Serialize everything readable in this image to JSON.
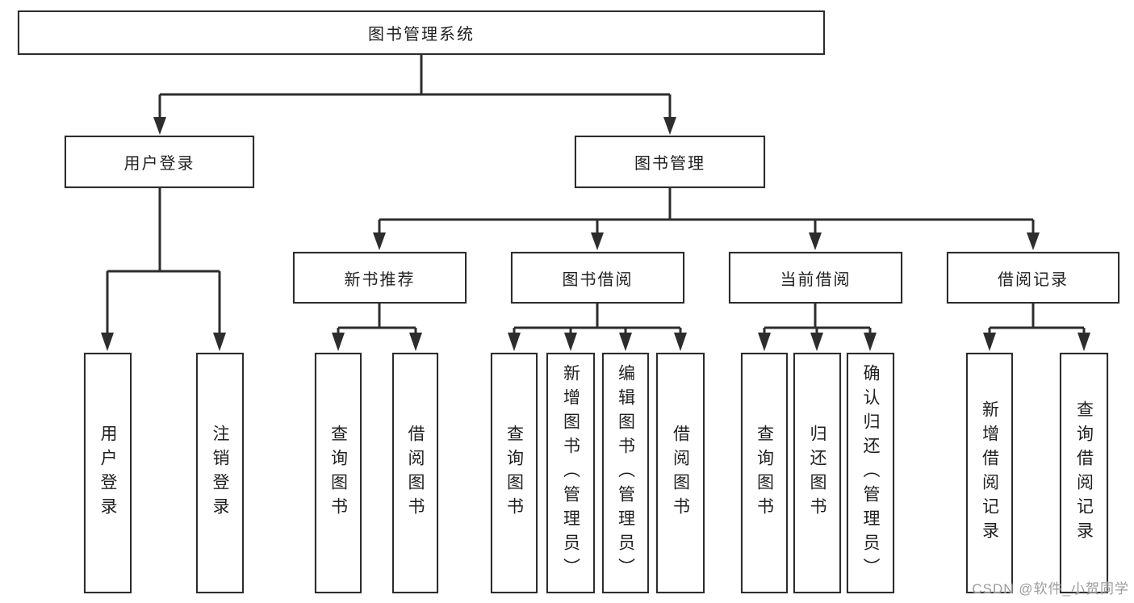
{
  "diagram": {
    "type": "hierarchy-tree",
    "root": {
      "label": "图书管理系统"
    },
    "branches": [
      {
        "label": "用户登录",
        "children": [
          {
            "label": "用户登录"
          },
          {
            "label": "注销登录"
          }
        ]
      },
      {
        "label": "图书管理",
        "children": [
          {
            "label": "新书推荐",
            "children": [
              {
                "label": "查询图书"
              },
              {
                "label": "借阅图书"
              }
            ]
          },
          {
            "label": "图书借阅",
            "children": [
              {
                "label": "查询图书"
              },
              {
                "label": "新增图书（管理员）"
              },
              {
                "label": "编辑图书（管理员）"
              },
              {
                "label": "借阅图书"
              }
            ]
          },
          {
            "label": "当前借阅",
            "children": [
              {
                "label": "查询图书"
              },
              {
                "label": "归还图书"
              },
              {
                "label": "确认归还（管理员）"
              }
            ]
          },
          {
            "label": "借阅记录",
            "children": [
              {
                "label": "新增借阅记录"
              },
              {
                "label": "查询借阅记录"
              }
            ]
          }
        ]
      }
    ]
  },
  "watermark": "CSDN @软件_小贺同学",
  "colors": {
    "line": "#2d2d2d",
    "box_border": "#2d2d2d",
    "text": "#1f1f1f",
    "watermark": "#9c9c9c",
    "background": "#ffffff"
  }
}
